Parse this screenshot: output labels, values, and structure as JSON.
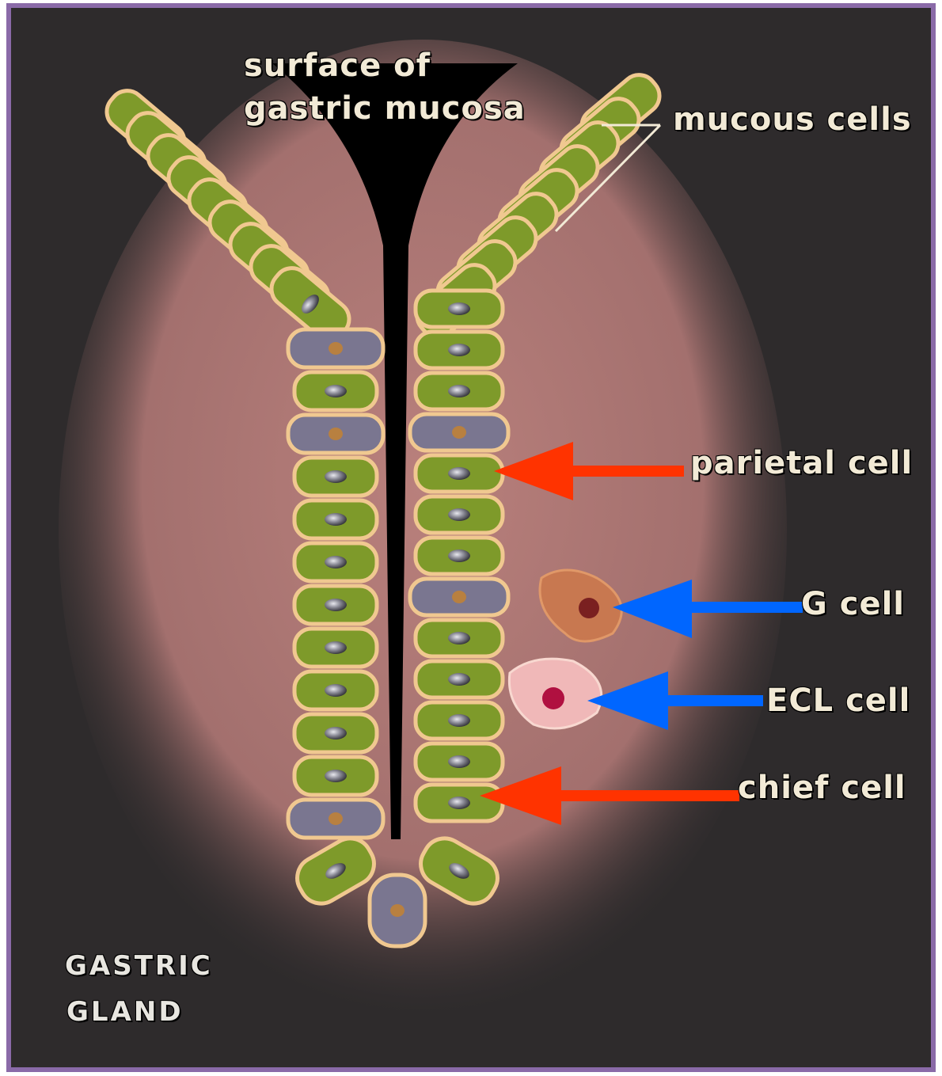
{
  "diagram": {
    "labels": {
      "surface_line1": "surface of",
      "surface_line2": "gastric mucosa",
      "mucous_cells": "mucous cells",
      "parietal_cell": "parietal cell",
      "g_cell": "G cell",
      "ecl_cell": "ECL cell",
      "chief_cell": "chief cell",
      "gland_line1": "GASTRIC",
      "gland_line2": "GLAND"
    },
    "colors": {
      "frame": "#8a6aa8",
      "background": "#2e2b2c",
      "tissue": "#b07a78",
      "cell_border": "#f0c890",
      "mucous_cell": "#7e9a2a",
      "parietal_cell": "#7a7690",
      "lumen": "#000000",
      "red_arrow": "#ff3300",
      "blue_arrow": "#0066ff",
      "g_cell": "#c87850",
      "ecl_cell": "#f0b8b8"
    },
    "icons": [
      "red-arrow",
      "blue-arrow"
    ]
  }
}
